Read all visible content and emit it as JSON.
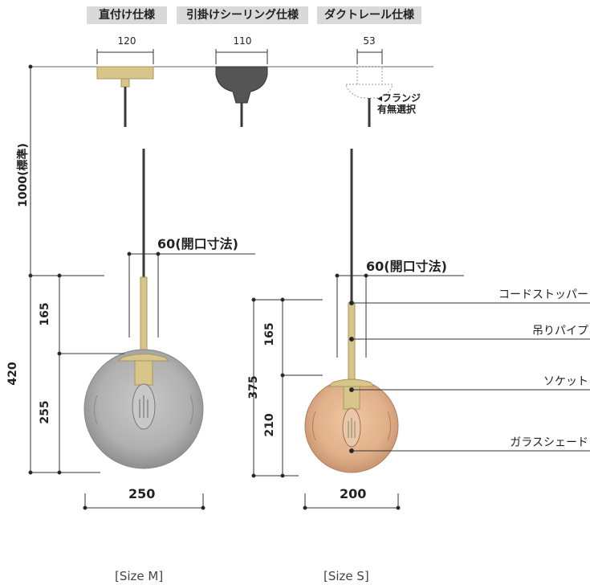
{
  "headers": {
    "direct": "直付け仕様",
    "ceiling": "引掛けシーリング仕様",
    "duct": "ダクトレール仕様"
  },
  "canopy_widths": {
    "direct": "120",
    "ceiling": "110",
    "duct": "53"
  },
  "flange_note": {
    "line1": "◂フランジ",
    "line2": "有無選択"
  },
  "dims": {
    "cord_length": "1000(標準)",
    "m_opening": "60(開口寸法)",
    "s_opening": "60(開口寸法)",
    "m_total": "420",
    "m_pipe": "165",
    "m_globe": "255",
    "m_width": "250",
    "s_total": "375",
    "s_pipe": "165",
    "s_globe": "210",
    "s_width": "200"
  },
  "parts": {
    "cord_stopper": "コードストッパー",
    "hanging_pipe": "吊りパイプ",
    "socket": "ソケット",
    "glass_shade": "ガラスシェード"
  },
  "sizes": {
    "m": "[Size M]",
    "s": "[Size S]"
  },
  "colors": {
    "brass": "#d8c58a",
    "cord": "#3a3a3a",
    "canopy_dark": "#555555",
    "globe_m": "#a9a9a9",
    "globe_s": "#d9a983"
  }
}
